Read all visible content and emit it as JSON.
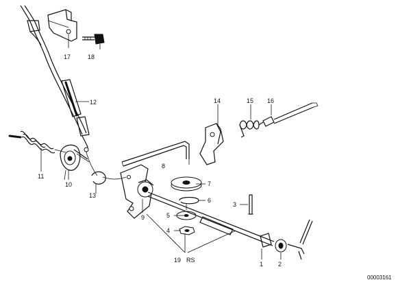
{
  "diagram": {
    "reference": "00003161",
    "labels": {
      "l1": "1",
      "l2": "2",
      "l3": "3",
      "l4": "4",
      "l5": "5",
      "l6": "6",
      "l7": "7",
      "l8": "8",
      "l9": "9",
      "l10": "10",
      "l11": "11",
      "l12": "12",
      "l13": "13",
      "l14": "14",
      "l15": "15",
      "l16": "16",
      "l17": "17",
      "l18": "18",
      "l19": "19",
      "l19_suffix": "RS"
    }
  }
}
